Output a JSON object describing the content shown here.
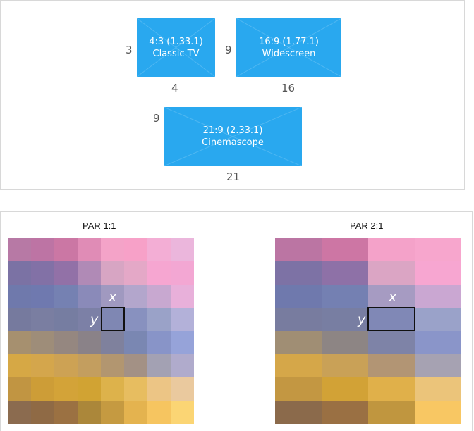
{
  "aspect_ratios": [
    {
      "line1": "4:3 (1.33.1)",
      "line2": "Classic TV",
      "width_label": "4",
      "height_label": "3"
    },
    {
      "line1": "16:9 (1.77.1)",
      "line2": "Widescreen",
      "width_label": "16",
      "height_label": "9"
    },
    {
      "line1": "21:9 (2.33.1)",
      "line2": "Cinemascope",
      "width_label": "21",
      "height_label": "9"
    }
  ],
  "par": {
    "left_title": "PAR 1:1",
    "right_title": "PAR 2:1",
    "x_label": "x",
    "y_label": "y",
    "grid_left_colors": [
      [
        "#b779a5",
        "#bd74a4",
        "#cb77a4",
        "#e08cb6",
        "#f4a3c8",
        "#f7a1c8",
        "#f3aed5",
        "#ebb6dc"
      ],
      [
        "#7b72a4",
        "#8271a6",
        "#9271a7",
        "#b08ab6",
        "#d7a5c3",
        "#e4a8c7",
        "#f6a6d1",
        "#f3a7d3"
      ],
      [
        "#6f79ac",
        "#6f79af",
        "#7581b2",
        "#8a8ab9",
        "#a099c0",
        "#b3a6cc",
        "#c8a8d0",
        "#e8b0da"
      ],
      [
        "#767a9e",
        "#7a7ea1",
        "#767da1",
        "#7c80a6",
        "#7f87b3",
        "#8891bf",
        "#9aa2c8",
        "#b3b1d9"
      ],
      [
        "#a6906f",
        "#9e8d79",
        "#958780",
        "#8a8288",
        "#7f819d",
        "#7a87b2",
        "#8894c8",
        "#96a3d9"
      ],
      [
        "#d6a845",
        "#d4a64c",
        "#cda254",
        "#c39e5f",
        "#b29670",
        "#a39185",
        "#a3a1b3",
        "#b0abcc"
      ],
      [
        "#c19542",
        "#cd9d37",
        "#d3a338",
        "#d1a333",
        "#ddb24b",
        "#e7bd60",
        "#ecc585",
        "#eac99e"
      ],
      [
        "#8b6b4f",
        "#8f6a45",
        "#9b7142",
        "#ab873a",
        "#c59a41",
        "#e4b34f",
        "#f6c560",
        "#fbd574"
      ]
    ],
    "grid_right_colors": [
      [
        "#bb75a3",
        "#cd76a4",
        "#f4a2c9",
        "#f7a6cd"
      ],
      [
        "#7d72a5",
        "#8e71a7",
        "#dba5c4",
        "#f7a6d1"
      ],
      [
        "#6f79ad",
        "#7480b2",
        "#a69bc2",
        "#caa7d2"
      ],
      [
        "#787c9f",
        "#787ea2",
        "#8088b6",
        "#9aa2c9"
      ],
      [
        "#a08e74",
        "#8d8584",
        "#7e83a7",
        "#8a95c9"
      ],
      [
        "#d5a749",
        "#c9a157",
        "#b29574",
        "#a6a2b2"
      ],
      [
        "#c39742",
        "#d2a236",
        "#e0b04a",
        "#ebc47a"
      ],
      [
        "#8b6a4b",
        "#9a7043",
        "#c0963f",
        "#f8c763"
      ]
    ]
  }
}
